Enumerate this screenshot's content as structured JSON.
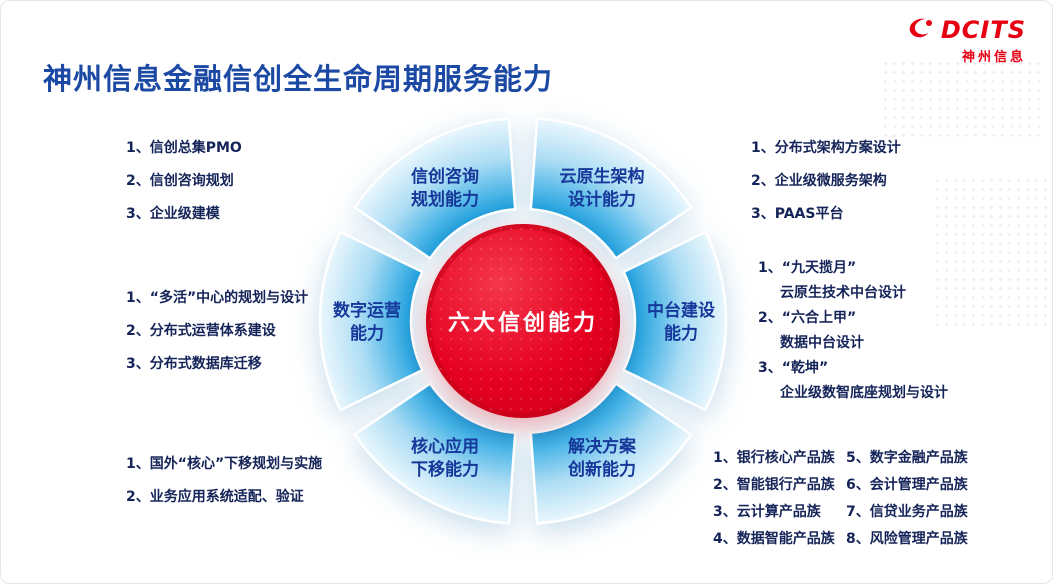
{
  "page": {
    "title": "神州信息金融信创全生命周期服务能力"
  },
  "logo": {
    "name": "DCITS",
    "subtitle": "神州信息"
  },
  "colors": {
    "title_blue": "#1c49a4",
    "segment_blue": "#1e9cd9",
    "center_red": "#e60021",
    "logo_red": "#e60012",
    "text_navy": "#152458"
  },
  "wheel": {
    "center": "六大信创能力",
    "segments": {
      "consulting": {
        "line1": "信创咨询",
        "line2": "规划能力"
      },
      "cloud": {
        "line1": "云原生架构",
        "line2": "设计能力"
      },
      "midplatform": {
        "line1": "中台建设",
        "line2": "能力"
      },
      "solution": {
        "line1": "解决方案",
        "line2": "创新能力"
      },
      "core": {
        "line1": "核心应用",
        "line2": "下移能力"
      },
      "ops": {
        "line1": "数字运营",
        "line2": "能力"
      }
    }
  },
  "lists": {
    "consulting": [
      "1、信创总集PMO",
      "2、信创咨询规划",
      "3、企业级建模"
    ],
    "ops": [
      "1、“多活”中心的规划与设计",
      "2、分布式运营体系建设",
      "3、分布式数据库迁移"
    ],
    "core": [
      "1、国外“核心”下移规划与实施",
      "2、业务应用系统适配、验证"
    ],
    "cloud": [
      "1、分布式架构方案设计",
      "2、企业级微服务架构",
      "3、PAAS平台"
    ],
    "midplatform": [
      {
        "t": "1、“九天揽月”",
        "s": "云原生技术中台设计"
      },
      {
        "t": "2、“六合上甲”",
        "s": "数据中台设计"
      },
      {
        "t": "3、“乾坤”",
        "s": "企业级数智底座规划与设计"
      }
    ],
    "solution_col1": [
      "1、银行核心产品族",
      "2、智能银行产品族",
      "3、云计算产品族",
      "4、数据智能产品族"
    ],
    "solution_col2": [
      "5、数字金融产品族",
      "6、会计管理产品族",
      "7、信贷业务产品族",
      "8、风险管理产品族"
    ]
  }
}
